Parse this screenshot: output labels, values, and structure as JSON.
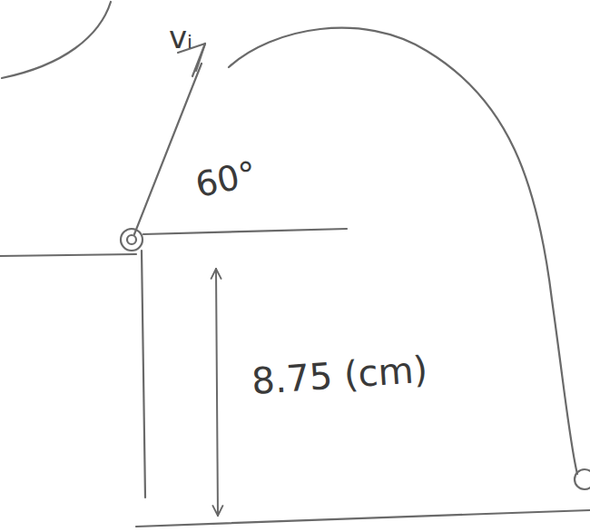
{
  "diagram": {
    "labels": [
      "vᵢ",
      "60°",
      "8.75 (cm)"
    ]
  }
}
